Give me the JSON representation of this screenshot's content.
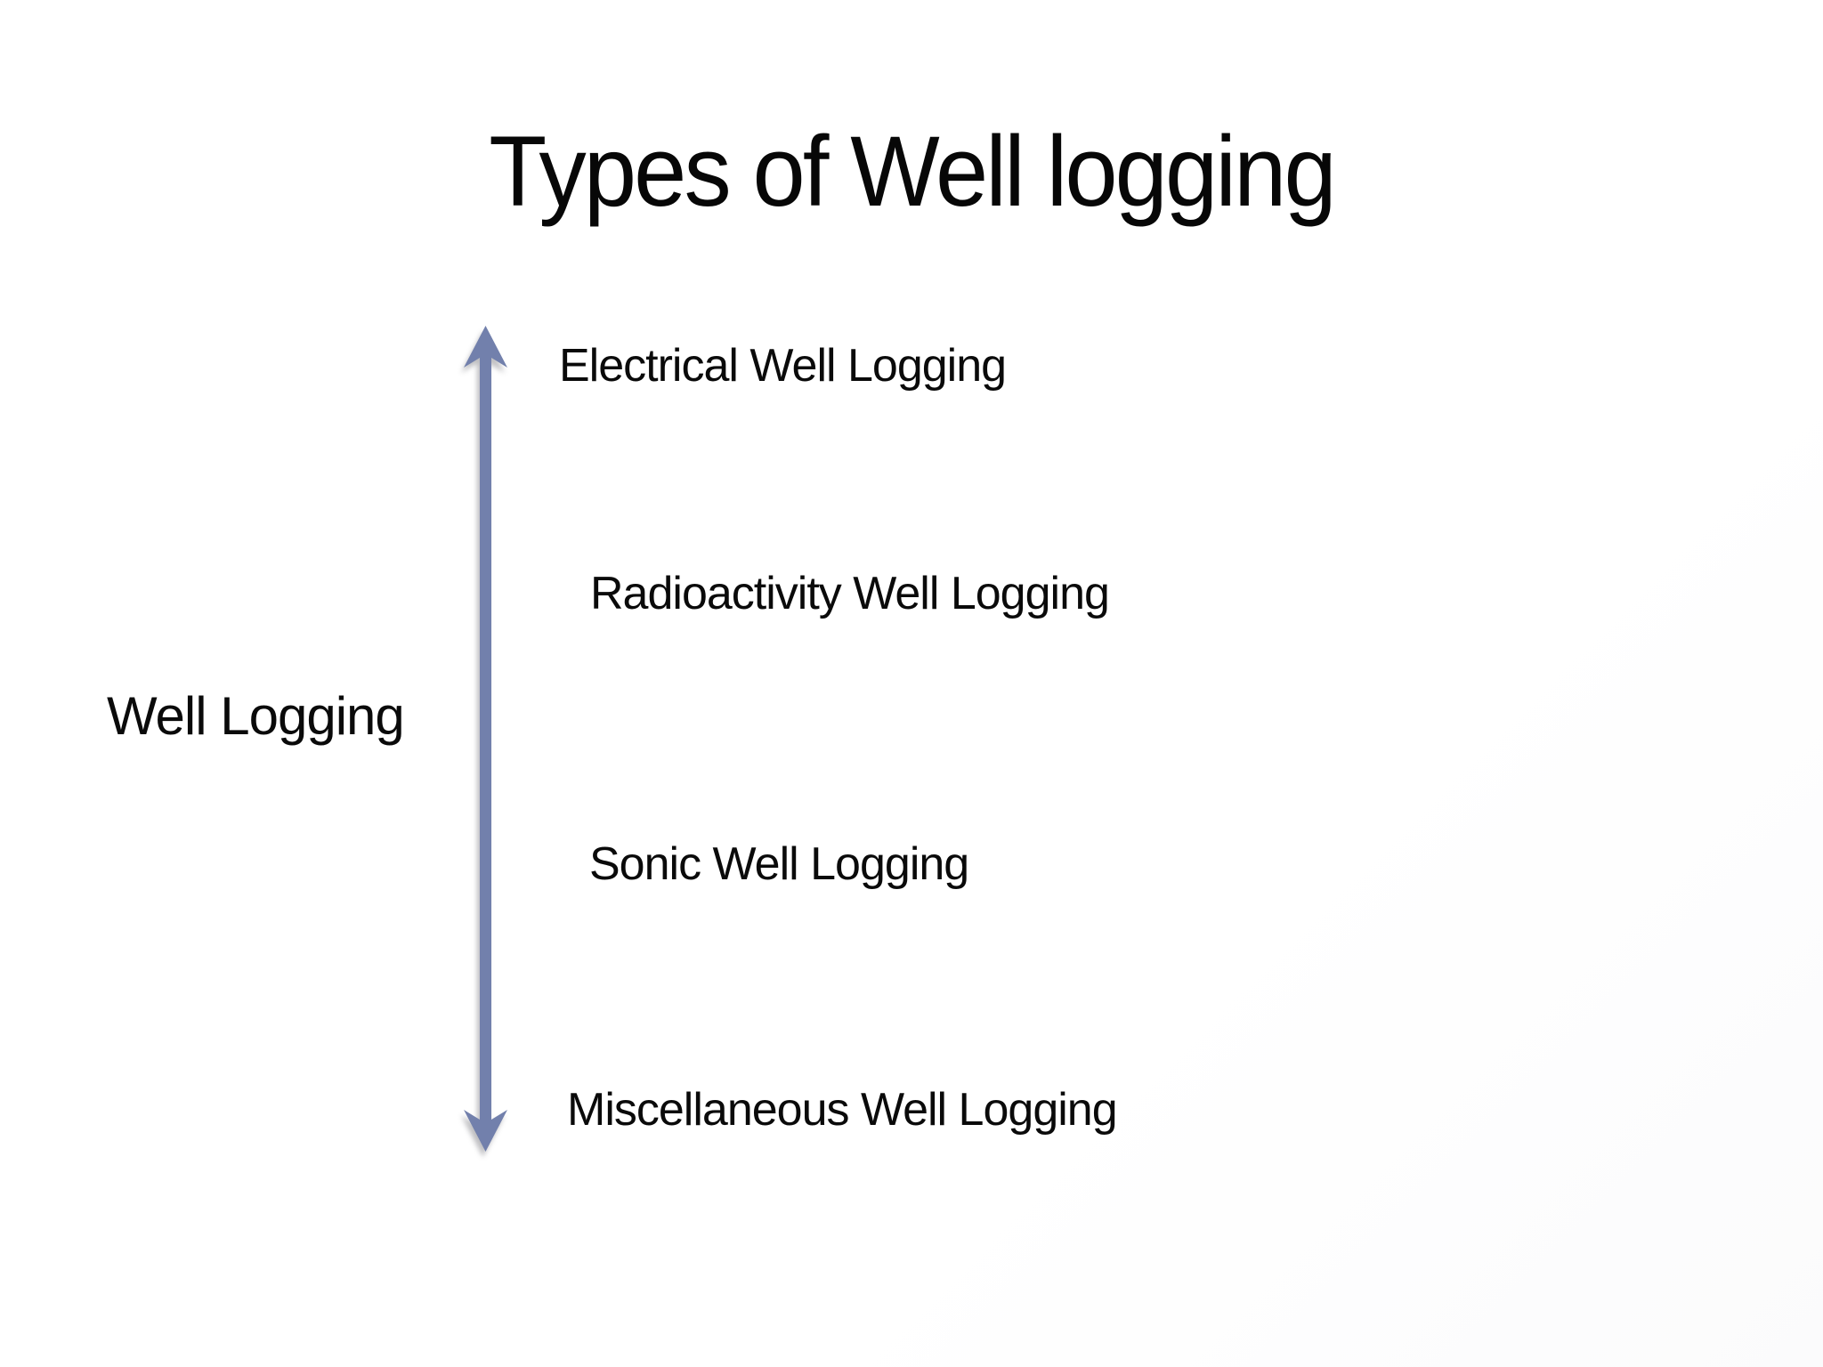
{
  "slide": {
    "title": "Types of Well logging",
    "axis_label": "Well Logging",
    "items": [
      {
        "label": "Electrical Well Logging"
      },
      {
        "label": "Radioactivity Well Logging"
      },
      {
        "label": "Sonic Well Logging"
      },
      {
        "label": "Miscellaneous Well Logging"
      }
    ],
    "arrow": {
      "name": "vertical-double-arrow",
      "color": "#7280ac",
      "direction": "up-down"
    }
  }
}
